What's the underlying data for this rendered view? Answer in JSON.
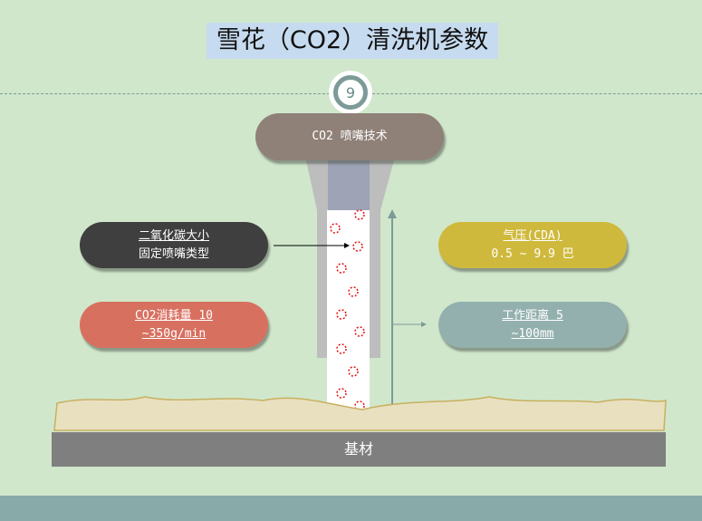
{
  "title": "雪花（CO2）清洗机参数",
  "slide_number": "9",
  "header_pill": "CO2 喷嘴技术",
  "left_pills": [
    {
      "line1": "二氧化碳大小",
      "line2": "固定喷嘴类型"
    },
    {
      "line1": "CO2消耗量 10 ",
      "line2": "~350g/min"
    }
  ],
  "right_pills": [
    {
      "line1": "气压(CDA)",
      "line2": "0.5 ~ 9.9 巴"
    },
    {
      "line1": "工作距离 5 ",
      "line2": "~100mm"
    }
  ],
  "base_label": "基材",
  "colors": {
    "background": "#d0e7cb",
    "header": "#8f8078",
    "dark": "#3f3f3f",
    "red": "#d87060",
    "yellow": "#cfb93c",
    "teal": "#93b0ae"
  }
}
